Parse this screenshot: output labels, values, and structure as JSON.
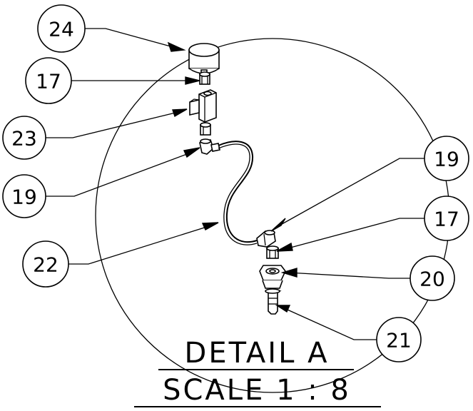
{
  "balloons": [
    {
      "id": "b24",
      "label": "24"
    },
    {
      "id": "b17a",
      "label": "17"
    },
    {
      "id": "b23",
      "label": "23"
    },
    {
      "id": "b19a",
      "label": "19"
    },
    {
      "id": "b22",
      "label": "22"
    },
    {
      "id": "b19b",
      "label": "19"
    },
    {
      "id": "b17b",
      "label": "17"
    },
    {
      "id": "b20",
      "label": "20"
    },
    {
      "id": "b21",
      "label": "21"
    }
  ],
  "detail": {
    "title": "DETAIL A",
    "scale": "SCALE 1 : 8"
  }
}
